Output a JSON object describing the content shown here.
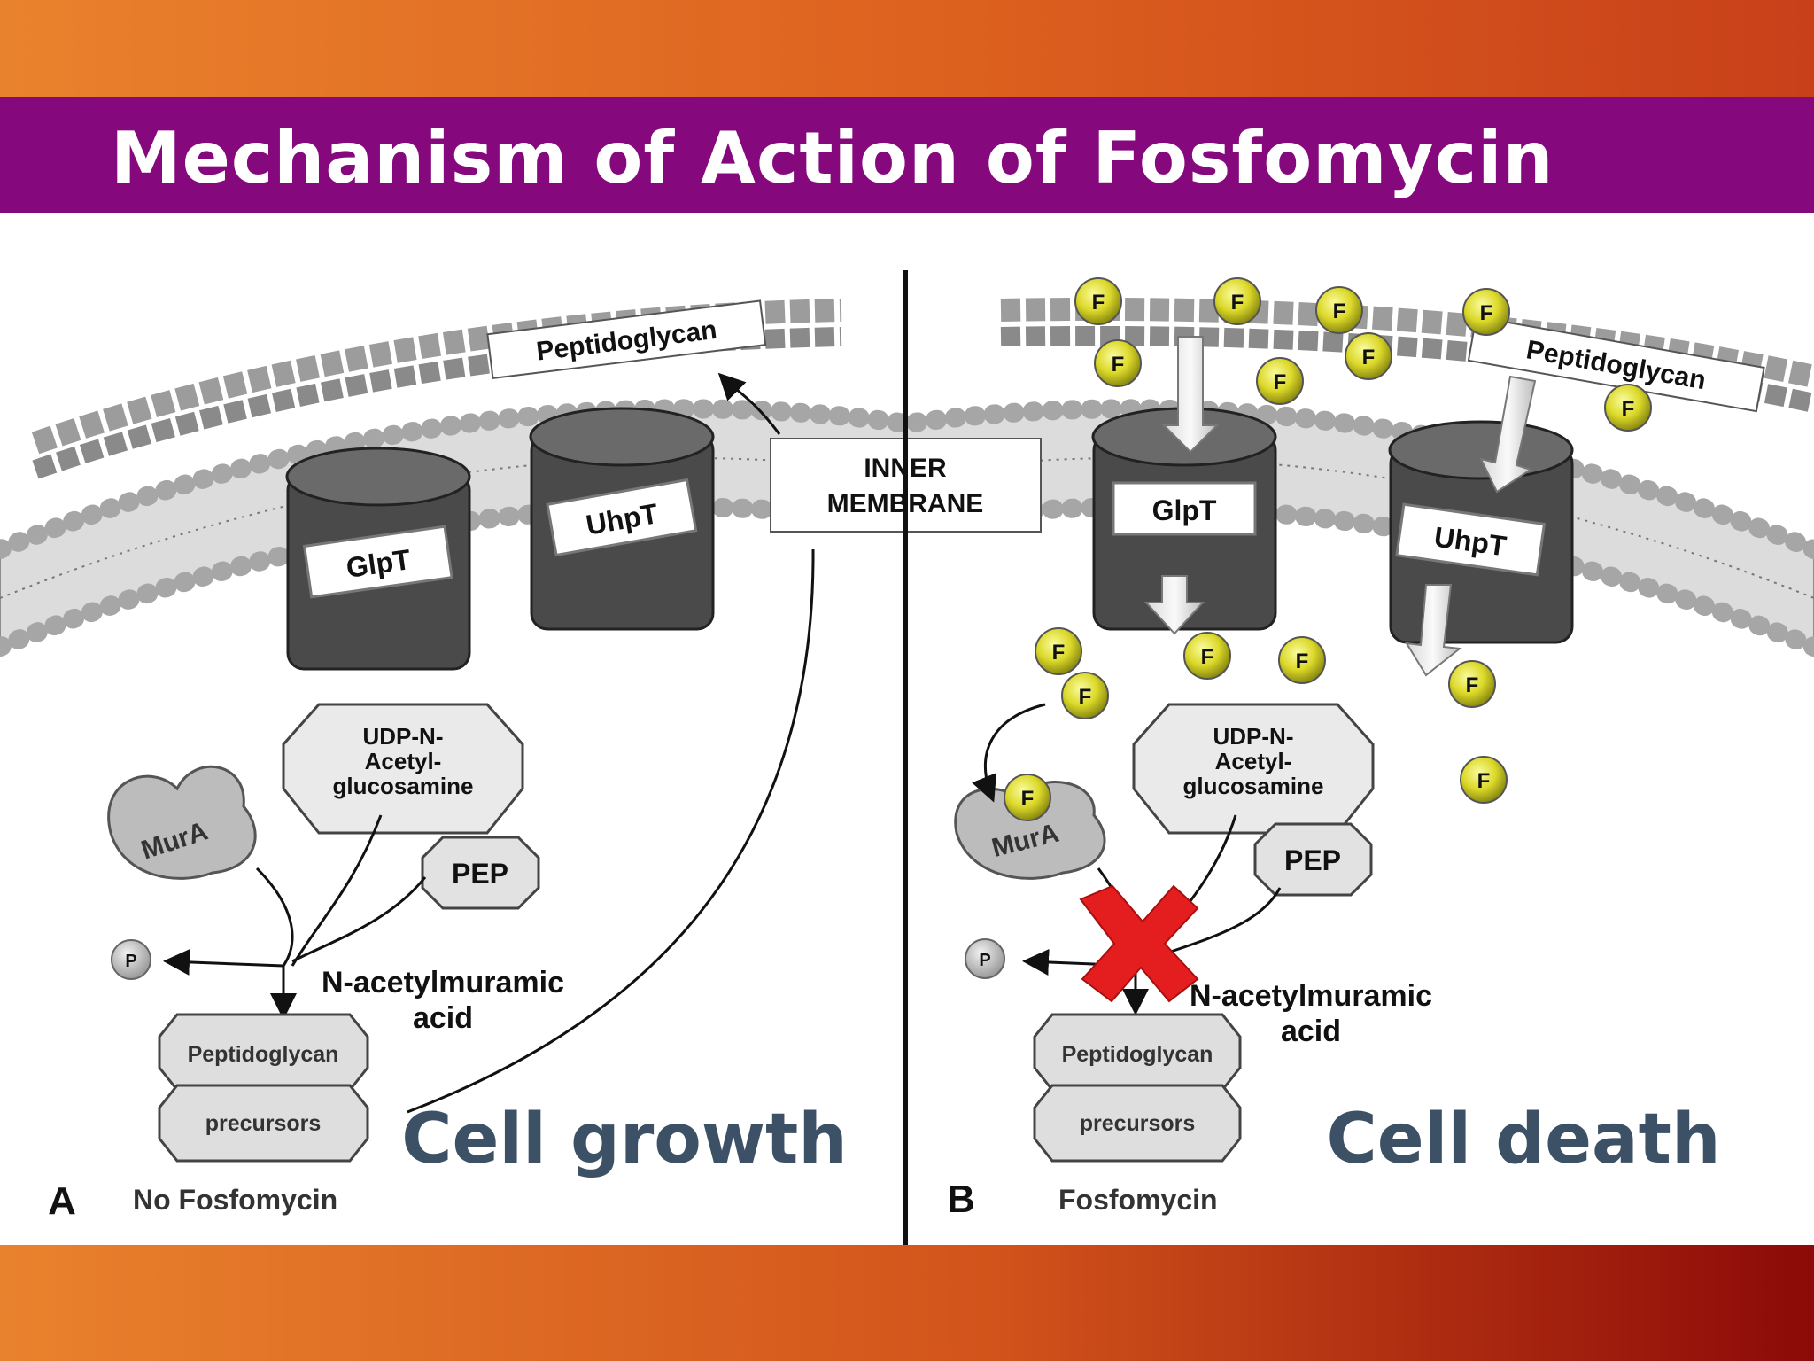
{
  "title": "Mechanism of Action of Fosfomycin",
  "panel_a": {
    "peptidoglycan": "Peptidoglycan",
    "glpt": "GlpT",
    "uhpt": "UhpT",
    "inner_membrane_line1": "INNER",
    "inner_membrane_line2": "MEMBRANE",
    "udp_line1": "UDP-N-",
    "udp_line2": "Acetyl-",
    "udp_line3": "glucosamine",
    "mura": "MurA",
    "pep": "PEP",
    "phosphate": "P",
    "nam_line1": "N-acetylmuramic",
    "nam_line2": "acid",
    "precursor_top": "Peptidoglycan",
    "precursor_bottom": "precursors",
    "outcome": "Cell growth",
    "letter": "A",
    "caption": "No Fosfomycin"
  },
  "panel_b": {
    "peptidoglycan": "Peptidoglycan",
    "glpt": "GlpT",
    "uhpt": "UhpT",
    "udp_line1": "UDP-N-",
    "udp_line2": "Acetyl-",
    "udp_line3": "glucosamine",
    "mura": "MurA",
    "pep": "PEP",
    "phosphate": "P",
    "nam_line1": "N-acetylmuramic",
    "nam_line2": "acid",
    "precursor_top": "Peptidoglycan",
    "precursor_bottom": "precursors",
    "outcome": "Cell death",
    "letter": "B",
    "caption": "Fosfomycin",
    "fosfomycin_symbol": "F"
  },
  "colors": {
    "title_bar": "#86087d",
    "band": "#e07024",
    "outcome_text": "#3d5166",
    "fosfomycin": "#e6e23a",
    "block_x": "#e41e1e"
  }
}
